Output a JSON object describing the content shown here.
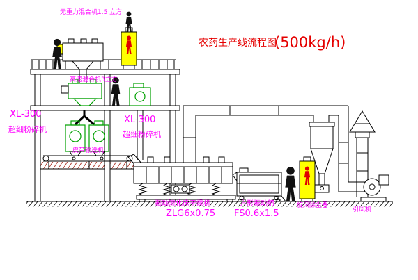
{
  "title": {
    "name": "农药生产线流程图",
    "capacity": "(500kg/h)"
  },
  "equipment_labels": {
    "gravity_mixer": "无重力混合机1.5 立方",
    "high_speed_mixer": "高速混合机3立方",
    "mill_left": {
      "model": "XL-300",
      "name": "超细粉碎机"
    },
    "mill_center": {
      "model": "XL-300",
      "name": "超细粉碎机"
    },
    "belt_conveyor": "皮带输送机",
    "dryer": {
      "name": "振动流化床干燥机",
      "model": "ZLG6x0.75"
    },
    "sieve": {
      "name": "方形振动筛",
      "model": "FS0.6x1.5"
    },
    "cyclone": "旋风除尘器",
    "fan": "引风机"
  },
  "colors": {
    "label_magenta": "#ff00ff",
    "title_red": "#e50000",
    "machine_green": "#00a000",
    "cabinet_yellow": "#ffff00",
    "icon_red": "#e00000",
    "pit_hatch_red": "#b03a2e",
    "line_black": "#000000"
  }
}
